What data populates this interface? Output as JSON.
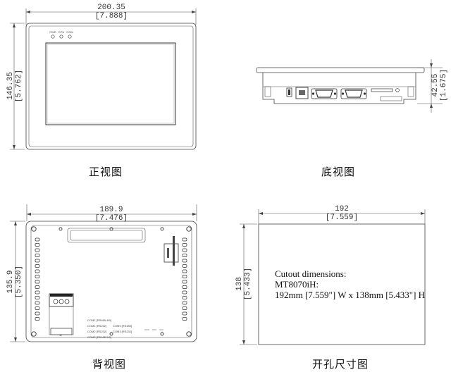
{
  "front": {
    "width_mm": "200.35",
    "width_in": "[7.888]",
    "height_mm": "146.35",
    "height_in": "[5.762]",
    "led_labels": [
      "PWR",
      "CPU",
      "COM"
    ],
    "caption": "正视图"
  },
  "bottom": {
    "depth_mm": "42.55",
    "depth_in": "[1.675]",
    "caption": "底视图"
  },
  "back": {
    "width_mm": "189.9",
    "width_in": "[7.476]",
    "height_mm": "135.9",
    "height_in": "[5.350]",
    "port_labels": [
      "COM1 [RS485 4W]",
      "COM1 [RS232]",
      "COM3 [RS485]",
      "COM2 [RS232]",
      "COM3 [RS232]",
      "COM2 [RS485 2W]"
    ],
    "caption": "背视图"
  },
  "cutout": {
    "width_mm": "192",
    "width_in": "[7.559]",
    "height_mm": "138",
    "height_in": "[5.433]",
    "text_line1": "Cutout dimensions:",
    "text_line2": "MT8070iH:",
    "text_line3": "192mm [7.559\"] W x 138mm [5.433\"] H",
    "caption": "开孔尺寸图"
  }
}
